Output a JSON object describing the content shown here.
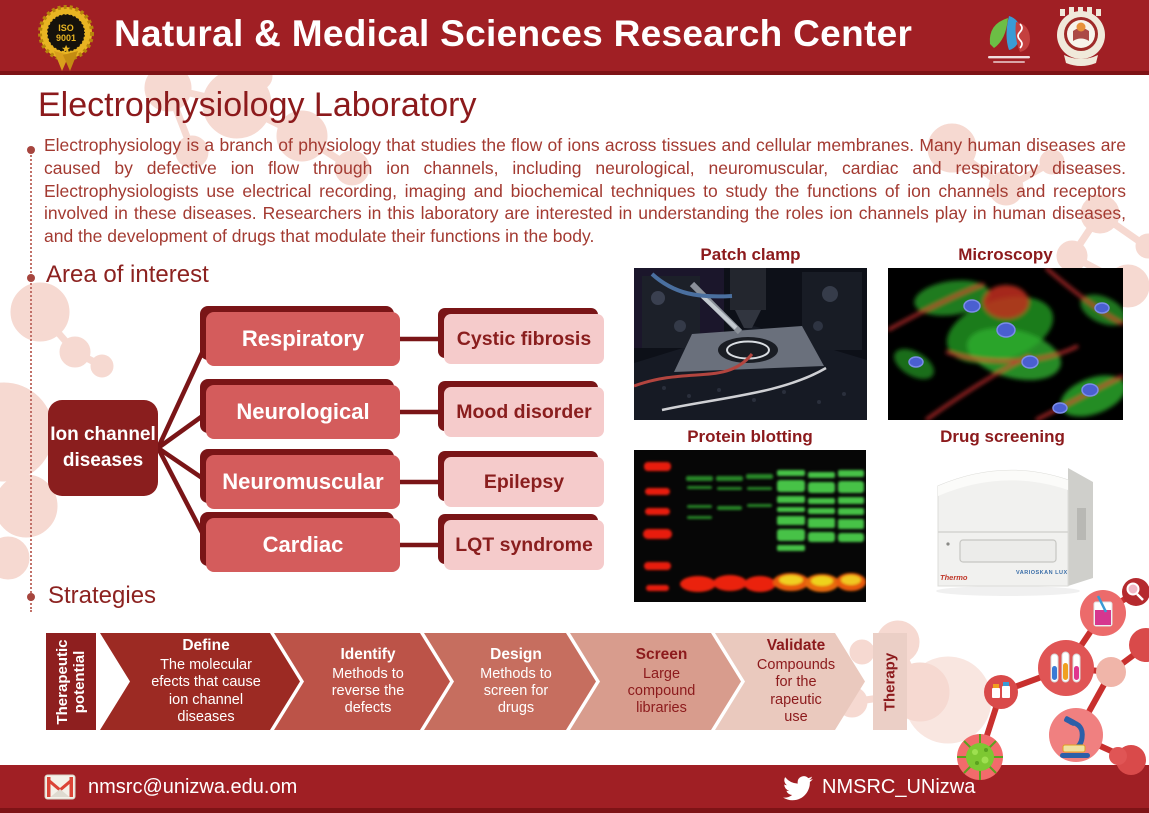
{
  "header": {
    "title": "Natural & Medical Sciences Research Center",
    "badge": {
      "line1": "ISO",
      "line2": "9001"
    }
  },
  "page": {
    "title": "Electrophysiology Laboratory",
    "intro": "Electrophysiology is a branch of physiology that studies the flow of ions across tissues and cellular membranes. Many human diseases are caused by defective ion flow through ion channels, including neurological, neuromuscular, cardiac and respiratory diseases. Electrophysiologists use electrical recording, imaging and biochemical techniques to study the functions of ion channels and receptors involved in these diseases. Researchers in this laboratory are interested in understanding the roles ion channels play in human diseases, and the development of drugs that modulate their functions in the body."
  },
  "area_of_interest": {
    "heading": "Area of interest",
    "root": "Ion channel diseases",
    "categories": [
      {
        "label": "Respiratory",
        "disease": "Cystic fibrosis"
      },
      {
        "label": "Neurological",
        "disease": "Mood disorder"
      },
      {
        "label": "Neuromuscular",
        "disease": "Epilepsy"
      },
      {
        "label": "Cardiac",
        "disease": "LQT syndrome"
      }
    ]
  },
  "figures": [
    {
      "caption": "Patch clamp"
    },
    {
      "caption": "Microscopy"
    },
    {
      "caption": "Protein blotting"
    },
    {
      "caption": "Drug screening",
      "brand": "Thermo",
      "model": "VARIOSKAN LUX"
    }
  ],
  "strategies": {
    "heading": "Strategies",
    "start_label": "Therapeutic potential",
    "end_label": "Therapy",
    "steps": [
      {
        "title": "Define",
        "body": "The molecular efects that cause ion channel diseases"
      },
      {
        "title": "Identify",
        "body": "Methods to reverse the defects"
      },
      {
        "title": "Design",
        "body": "Methods to screen for drugs"
      },
      {
        "title": "Screen",
        "body": "Large compound libraries"
      },
      {
        "title": "Validate",
        "body": "Compounds for the rapeutic use"
      }
    ]
  },
  "footer": {
    "email": "nmsrc@unizwa.edu.om",
    "twitter": "NMSRC_UNizwa"
  },
  "icons": {
    "badge": "iso-9001-badge",
    "mail": "mail-envelope-icon",
    "twitter": "twitter-bird-icon",
    "decorations": [
      "molecule-network",
      "beaker-icon",
      "test-tubes-icon",
      "pill-bottles-icon",
      "microscope-icon",
      "virus-icon",
      "magnifier-icon"
    ]
  },
  "colors": {
    "header_red": "#A01F24",
    "dark_strip": "#7E1316",
    "maroon_box": "#8A1E1E",
    "title_red": "#8C1A1C",
    "body_text": "#A33A31",
    "category_box": "#D45C5C",
    "disease_box": "#F5CBCB",
    "chevron_colors": [
      "#9C2A23",
      "#BC5348",
      "#C66E5F",
      "#D89C8D",
      "#EAC9BE"
    ],
    "decor_pink": "#F6D9D1"
  }
}
